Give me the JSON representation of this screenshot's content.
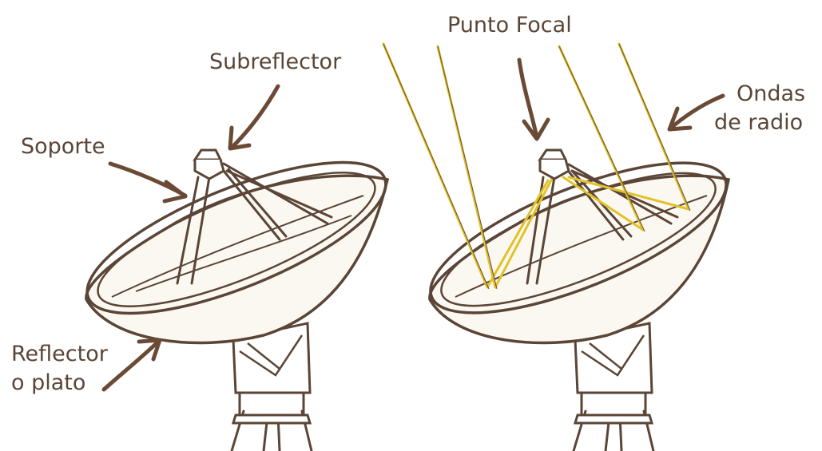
{
  "labels": {
    "subreflector": "Subreflector",
    "support": "Soporte",
    "reflector_line1": "Reflector",
    "reflector_line2": "o plato",
    "focal_point": "Punto Focal",
    "radio_waves_line1": "Ondas",
    "radio_waves_line2": "de radio"
  },
  "colors": {
    "ink": "#5a4536",
    "arrow": "#6b4a35",
    "dish_fill": "#fbf8f2",
    "wave_gold": "#e2c12a"
  }
}
